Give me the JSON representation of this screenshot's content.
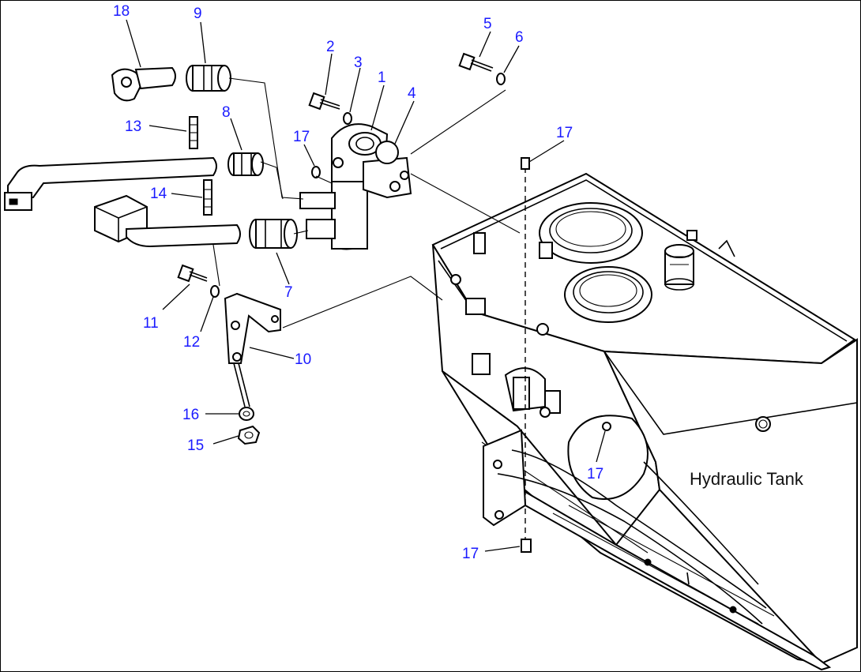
{
  "diagram": {
    "caption": "Hydraulic Tank",
    "callouts": [
      {
        "id": "c18",
        "text": "18"
      },
      {
        "id": "c9",
        "text": "9"
      },
      {
        "id": "c5",
        "text": "5"
      },
      {
        "id": "c6",
        "text": "6"
      },
      {
        "id": "c2",
        "text": "2"
      },
      {
        "id": "c3",
        "text": "3"
      },
      {
        "id": "c1",
        "text": "1"
      },
      {
        "id": "c4",
        "text": "4"
      },
      {
        "id": "c13",
        "text": "13"
      },
      {
        "id": "c8",
        "text": "8"
      },
      {
        "id": "c17a",
        "text": "17"
      },
      {
        "id": "c17b",
        "text": "17"
      },
      {
        "id": "c14",
        "text": "14"
      },
      {
        "id": "c7",
        "text": "7"
      },
      {
        "id": "c11",
        "text": "11"
      },
      {
        "id": "c12",
        "text": "12"
      },
      {
        "id": "c10",
        "text": "10"
      },
      {
        "id": "c16",
        "text": "16"
      },
      {
        "id": "c15",
        "text": "15"
      },
      {
        "id": "c17c",
        "text": "17"
      },
      {
        "id": "c17d",
        "text": "17"
      }
    ]
  }
}
